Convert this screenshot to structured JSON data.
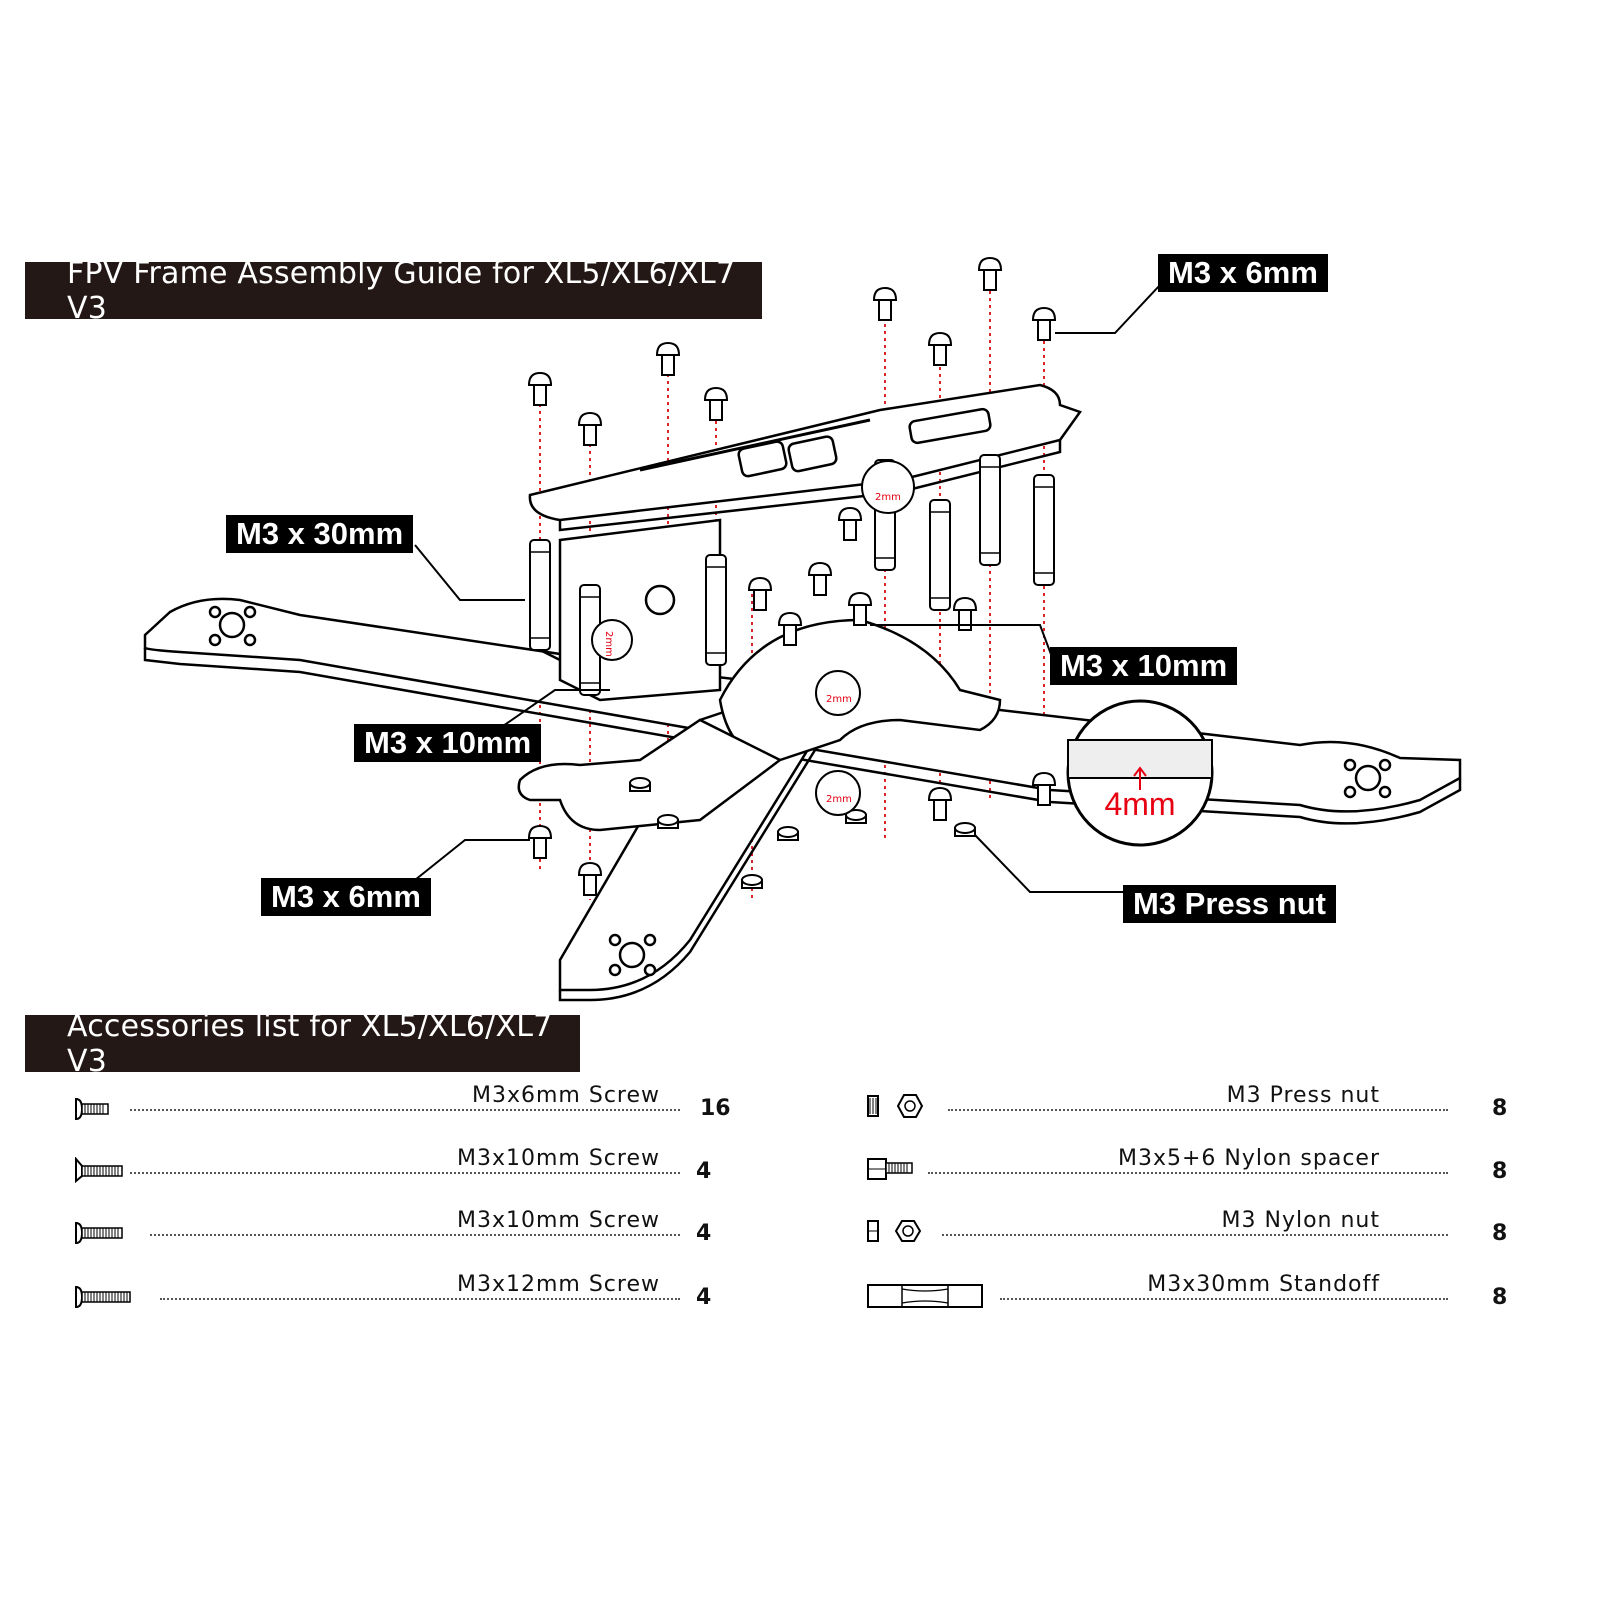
{
  "title": "FPV Frame Assembly Guide for XL5/XL6/XL7 V3",
  "accessories_title": "Accessories list for XL5/XL6/XL7 V3",
  "callouts": {
    "top_right": "M3 x 6mm",
    "left_upper": "M3 x 30mm",
    "right_middle": "M3 x 10mm",
    "left_middle": "M3 x 10mm",
    "bottom_left": "M3 x 6mm",
    "bottom_right": "M3 Press nut"
  },
  "dimension_labels": {
    "arm_thickness": "4mm",
    "plate_thickness": "2mm"
  },
  "accessories_left": [
    {
      "name": "M3x6mm Screw",
      "qty": "16",
      "icon": "button-head-screw-icon"
    },
    {
      "name": "M3x10mm Screw",
      "qty": "4",
      "icon": "countersunk-screw-icon"
    },
    {
      "name": "M3x10mm Screw",
      "qty": "4",
      "icon": "button-head-screw-icon"
    },
    {
      "name": "M3x12mm Screw",
      "qty": "4",
      "icon": "button-head-screw-icon"
    }
  ],
  "accessories_right": [
    {
      "name": "M3 Press nut",
      "qty": "8",
      "icon": "press-nut-icon"
    },
    {
      "name": "M3x5+6 Nylon spacer",
      "qty": "8",
      "icon": "nylon-spacer-icon"
    },
    {
      "name": "M3 Nylon nut",
      "qty": "8",
      "icon": "nylon-nut-icon"
    },
    {
      "name": "M3x30mm Standoff",
      "qty": "8",
      "icon": "standoff-icon"
    }
  ],
  "colors": {
    "banner_bg": "#231815",
    "dimension_red": "#e60012",
    "guide_line": "#d9252a"
  }
}
